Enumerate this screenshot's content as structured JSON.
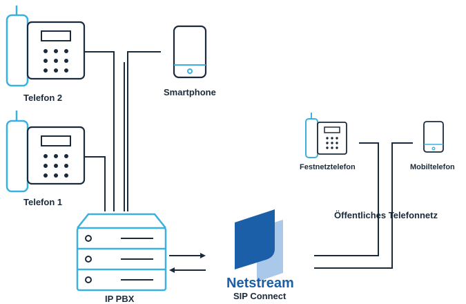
{
  "labels": {
    "telefon2": "Telefon 2",
    "telefon1": "Telefon 1",
    "smartphone": "Smartphone",
    "ip_pbx": "IP PBX",
    "festnetztelefon": "Festnetztelefon",
    "mobiltelefon": "Mobiltelefon",
    "public_network": "Öffentliches Telefonnetz",
    "brand_name": "Netstream",
    "brand_product": "SIP Connect"
  },
  "colors": {
    "accent": "#3ab0e2",
    "line": "#1a2a3a",
    "brand": "#1b5fa8",
    "brand_light": "#aac8ea"
  }
}
